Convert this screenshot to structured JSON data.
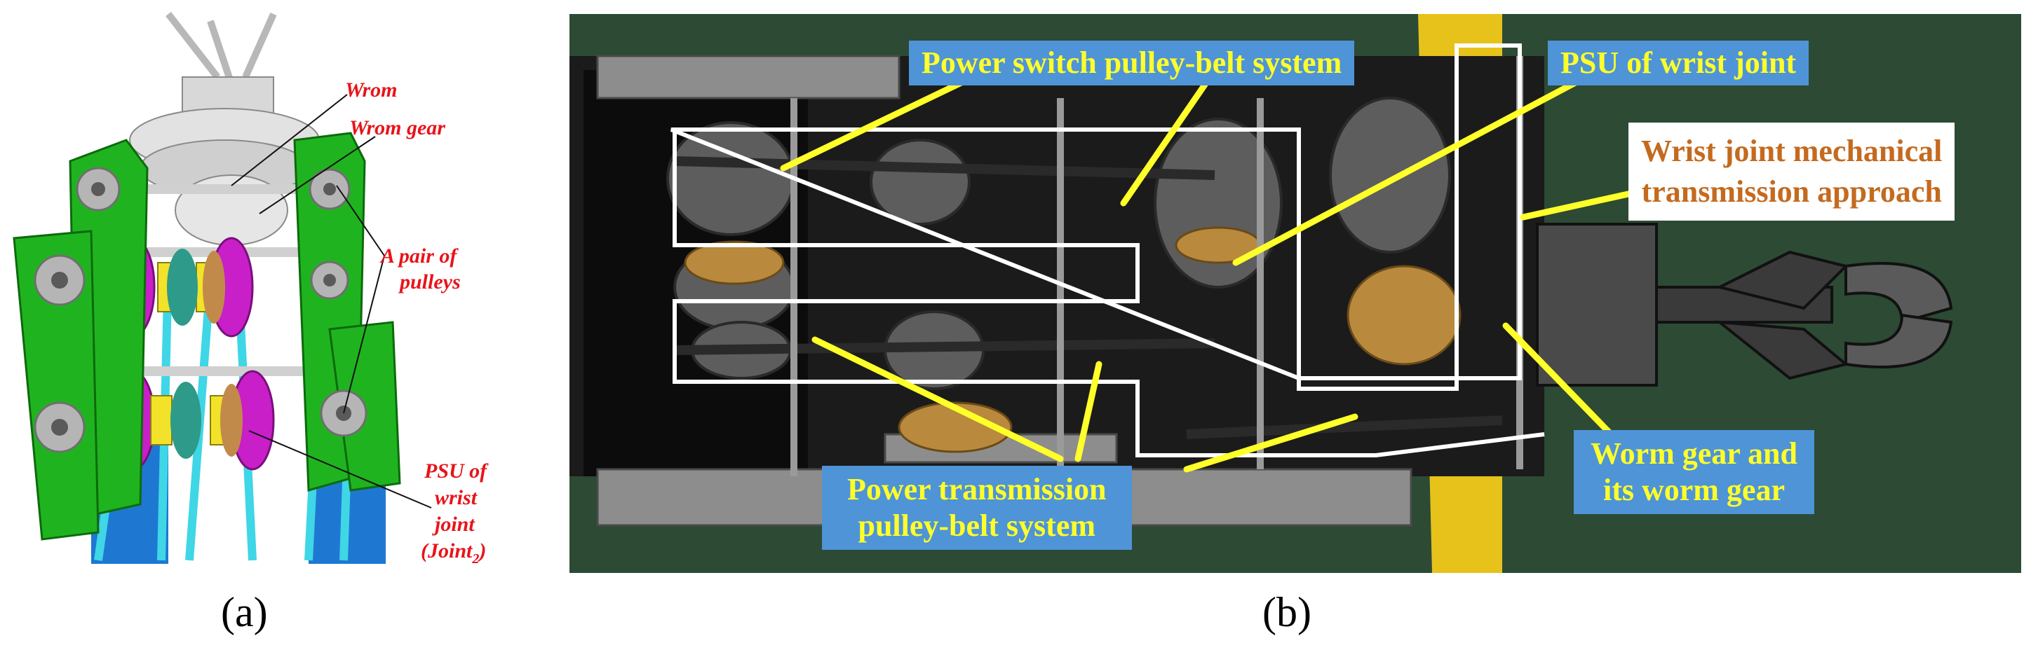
{
  "panel_a": {
    "caption": "(a)",
    "labels": {
      "wrom": "Wrom",
      "wrom_gear": "Wrom gear",
      "pulleys_1": "A pair of",
      "pulleys_2": "pulleys",
      "psu_1": "PSU of",
      "psu_2": "wrist",
      "psu_3": "joint",
      "psu_4": "(Joint",
      "psu_sub": "2",
      "psu_close": ")"
    }
  },
  "panel_b": {
    "caption": "(b)",
    "labels": {
      "power_switch": "Power switch pulley-belt system",
      "psu_wrist": "PSU of wrist joint",
      "mech_1": "Wrist joint mechanical",
      "mech_2": "transmission approach",
      "power_trans_1": "Power transmission",
      "power_trans_2": "pulley-belt system",
      "worm_1": "Worm gear and",
      "worm_2": "its worm gear"
    }
  },
  "colors": {
    "green_plate": "#1fb41f",
    "magenta_gear": "#c81fc8",
    "cyan_belt": "#3fd6e6",
    "blue_column": "#1e78d2",
    "label_red": "#e8141b",
    "label_box_blue": "#4f94d6",
    "label_text_yellow": "#ffff2a",
    "label_text_orange": "#c46a1f"
  }
}
